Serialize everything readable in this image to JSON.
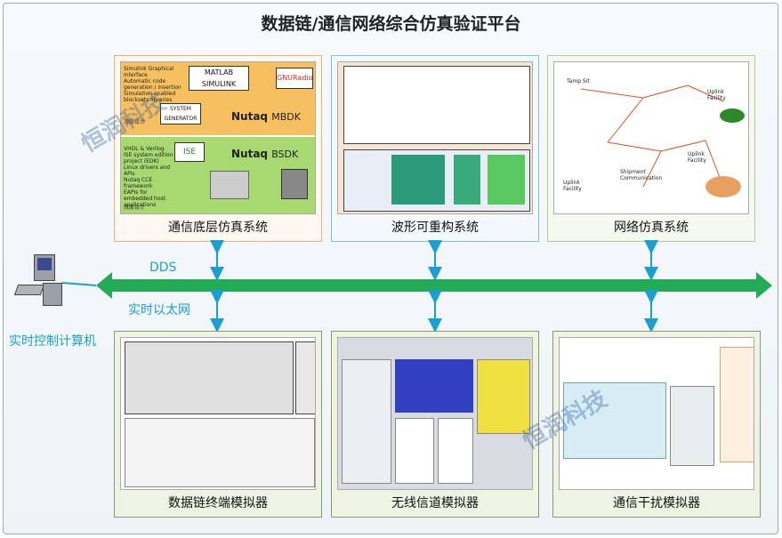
{
  "title": "数据链/通信网络综合仿真验证平台",
  "panels": {
    "comm_layer": {
      "caption": "通信底层仿真系统",
      "upper_tag": "顶层设计",
      "lower_tag": "底层设计",
      "matlab": "MATLAB SIMULINK",
      "gnuradio": "GNURadio",
      "nutaq": "Nutaq",
      "mbdk": "MBDK",
      "bsdk": "BSDK",
      "ise": "ISE",
      "system_generator": "SYSTEM GENERATOR",
      "upper_bullets": [
        "Simulink Graphical Interface",
        "Automatic code generation / insertion",
        "Simulation-enabled blocksets libraries"
      ],
      "lower_bullets": [
        "VHDL & Verilog",
        "ISE system edition project (EDK)",
        "Linux drivers and APIs",
        "Nutaq CCE framework",
        "EAPIs for embedded host applications"
      ]
    },
    "waveform": {
      "caption": "波形可重构系统"
    },
    "network": {
      "caption": "网络仿真系统",
      "nodes": [
        "Tamp Sit",
        "Uplink Facility",
        "Uplink Facility",
        "Shipment Communication",
        "Uplink Facility"
      ]
    },
    "terminal": {
      "caption": "数据链终端模拟器"
    },
    "channel": {
      "caption": "无线信道模拟器"
    },
    "jamming": {
      "caption": "通信干扰模拟器"
    }
  },
  "bus": {
    "dds_label": "DDS",
    "ethernet_label": "实时以太网",
    "computer_label": "实时控制计算机"
  },
  "watermark": "恒润科技",
  "colors": {
    "bus": "#22aa55",
    "arrow": "#1aa0d0",
    "label": "#1aa0d0"
  }
}
